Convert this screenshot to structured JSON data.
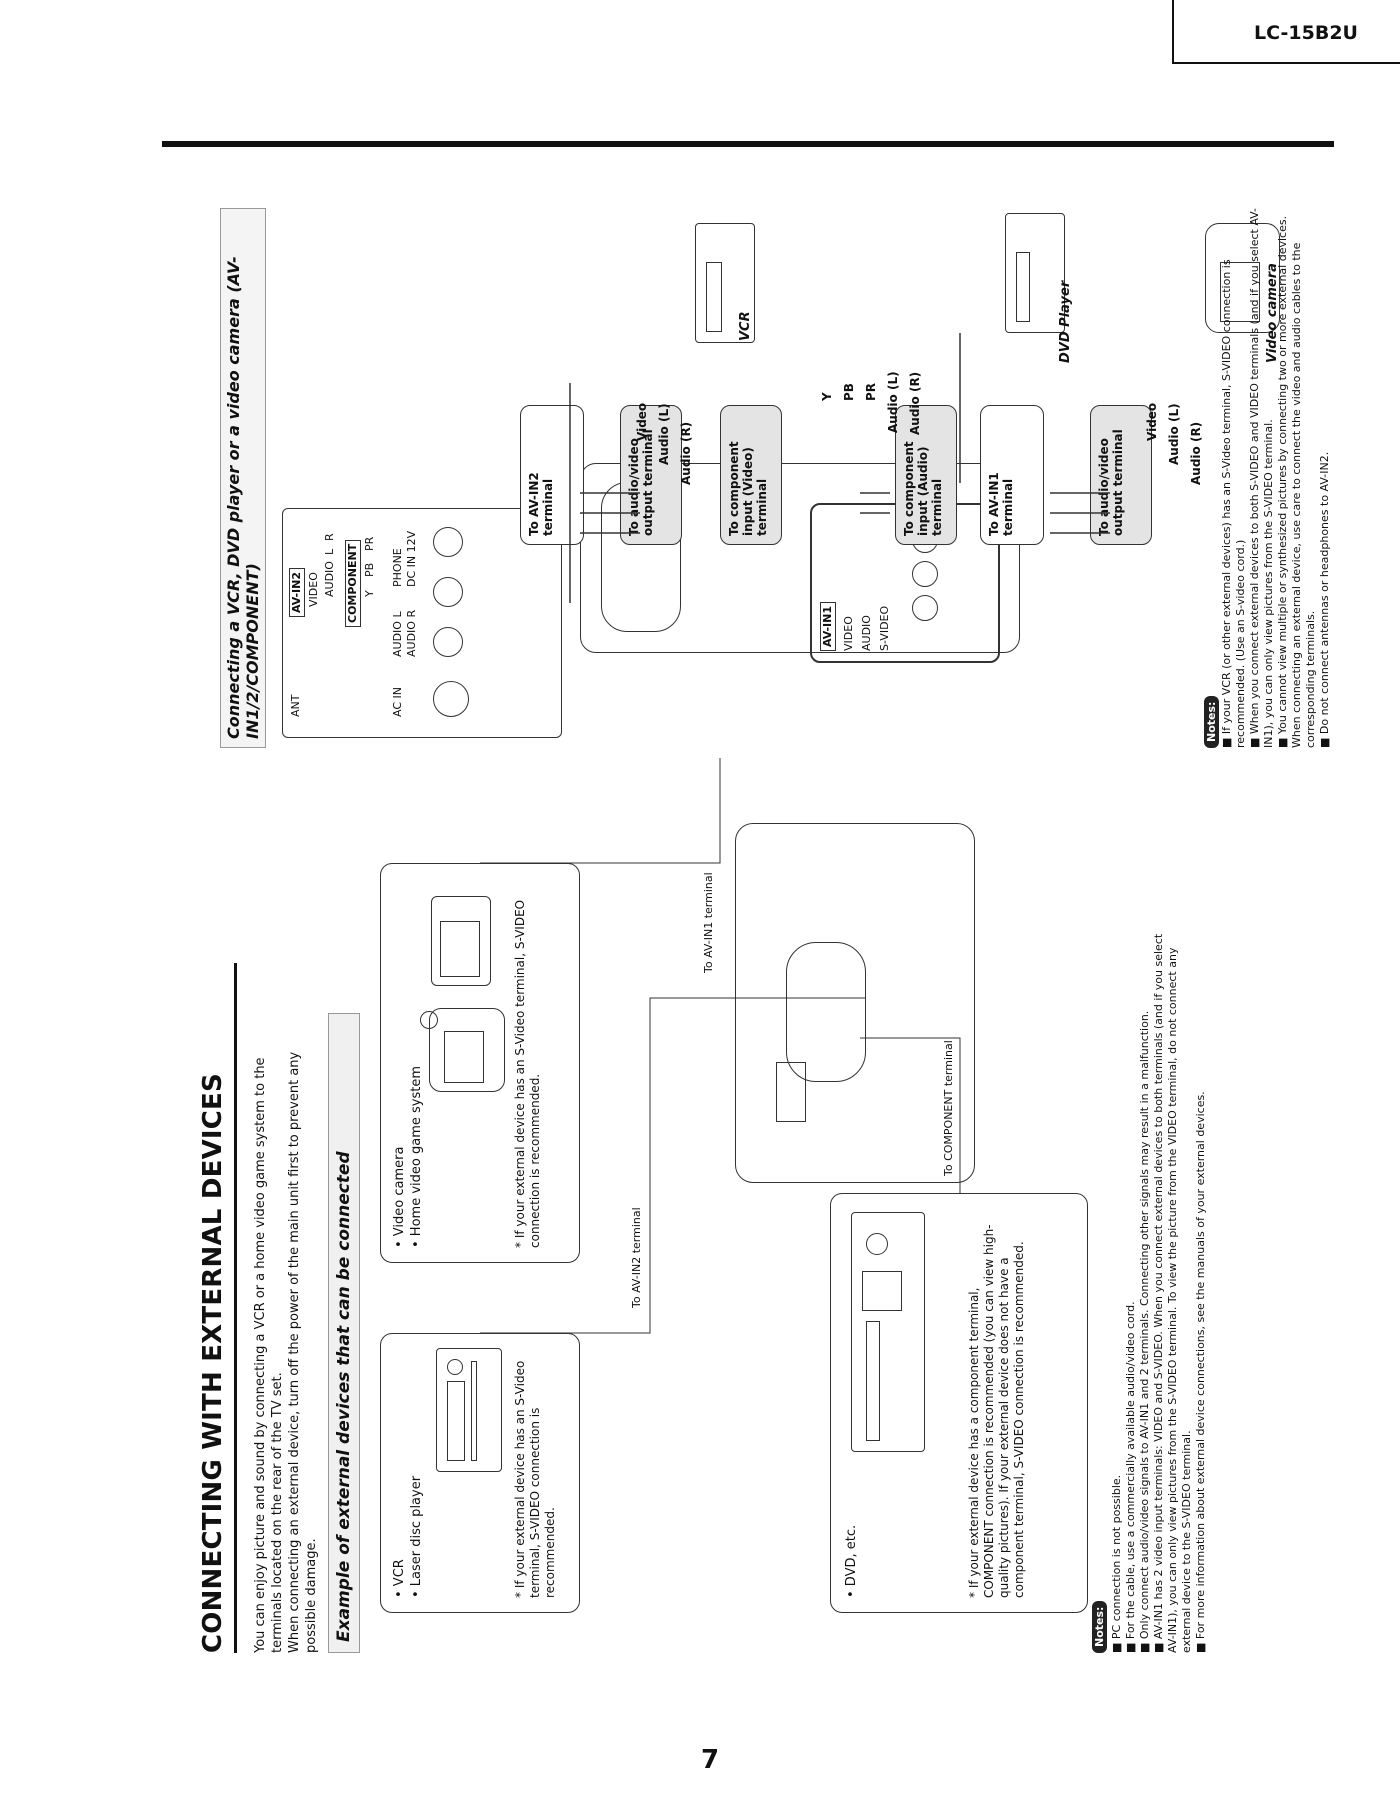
{
  "header": {
    "model": "LC-15B2U",
    "page_number": "7"
  },
  "left": {
    "title": "CONNECTING WITH EXTERNAL DEVICES",
    "intro_1": "You can enjoy picture and sound by connecting a VCR or a home video game system to the terminals located on the rear of the TV set.",
    "intro_2": "When connecting an external device, turn off the power of the main unit first to prevent any possible damage.",
    "example_heading": "Example of external devices that can be connected",
    "panel_vcr": {
      "b1": "VCR",
      "b2": "Laser disc player",
      "note": "If your external device has an S-Video terminal, S-VIDEO connection is recommended."
    },
    "panel_cam": {
      "b1": "Video camera",
      "b2": "Home video game system",
      "note": "If your external device has an S-Video terminal, S-VIDEO connection is recommended."
    },
    "panel_dvd": {
      "b1": "DVD, etc.",
      "note": "If your external device has a component terminal, COMPONENT connection is recommended (you can view high-quality pictures). If your external device does not have a component terminal, S-VIDEO connection is recommended."
    },
    "label_av2": "To AV-IN2 terminal",
    "label_av1": "To AV-IN1 terminal",
    "label_comp": "To COMPONENT terminal",
    "notes_tag": "Notes:",
    "notes": [
      "PC connection is not possible.",
      "For the cable, use a commercially available audio/video cord.",
      "Only connect audio/video signals to AV-IN1 and 2 terminals. Connecting other signals may result in a malfunction.",
      "AV-IN1 has 2 video input terminals: VIDEO and S-VIDEO. When you connect external devices to both terminals (and if you select AV-IN1), you can only view pictures from the S-VIDEO terminal. To view the picture from the VIDEO terminal, do not connect any external device to the S-VIDEO terminal.",
      "For more information about external device connections, see the manuals of your external devices."
    ]
  },
  "right": {
    "title": "Connecting a VCR, DVD player or a video camera (AV-IN1/2/COMPONENT)",
    "panel_labels": {
      "ant": "ANT",
      "av_in2": "AV-IN2",
      "video": "VIDEO",
      "audio": "AUDIO",
      "l": "L",
      "r": "R",
      "component": "COMPONENT",
      "y": "Y",
      "pb": "PB",
      "pr": "PR",
      "ac_in": "AC IN",
      "audio_l": "AUDIO L",
      "audio_r": "AUDIO R",
      "phone": "PHONE",
      "dc_in": "DC IN 12V",
      "av_in1": "AV-IN1",
      "s_video": "S-VIDEO"
    },
    "bubbles": {
      "to_av2": "To AV-IN2 terminal",
      "to_av_out1": "To audio/video output terminal",
      "to_comp_video": "To component input (Video) terminal",
      "to_comp_audio": "To component input (Audio) terminal",
      "to_av1": "To AV-IN1 terminal",
      "to_av_out2": "To audio/video output terminal"
    },
    "vcr_pins": [
      "Video",
      "Audio (L)",
      "Audio (R)"
    ],
    "dvd_pins": [
      "Y",
      "PB",
      "PR",
      "Audio (L)",
      "Audio (R)"
    ],
    "cam_pins": [
      "Video",
      "Audio (L)",
      "Audio (R)"
    ],
    "devices": {
      "vcr": "VCR",
      "dvd": "DVD Player",
      "cam": "Video camera"
    },
    "notes_tag": "Notes:",
    "notes": [
      "If your VCR (or other external devices) has an S-Video terminal, S-VIDEO connection is recommended. (Use an S-video cord.)",
      "When you connect external devices to both S-VIDEO and VIDEO terminals (and if you select AV-IN1), you can only view pictures from the S-VIDEO terminal.",
      "You cannot view multiple or synthesized pictures by connecting two or more external devices. When connecting an external device, use care to connect the video and audio cables to the corresponding terminals.",
      "Do not connect antennas or headphones to AV-IN2."
    ]
  }
}
